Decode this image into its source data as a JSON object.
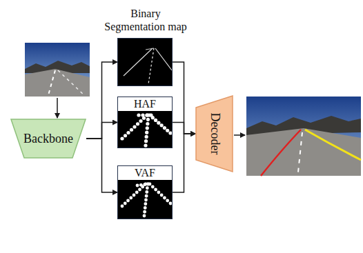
{
  "diagram": {
    "nodes": [
      {
        "text": [
          "Backbone"
        ]
      },
      {
        "text": [
          "Binary Segmentation map"
        ]
      },
      {
        "text": [
          "HAF"
        ]
      },
      {
        "text": [
          "VAF"
        ]
      },
      {
        "text": [
          "Decoder"
        ]
      }
    ],
    "edges": [
      {
        "from": 0,
        "to": 1,
        "arrow": "to"
      },
      {
        "from": 0,
        "to": 2,
        "arrow": "to"
      },
      {
        "from": 0,
        "to": 3,
        "arrow": "to"
      },
      {
        "from": 1,
        "to": 4,
        "arrow": "to"
      },
      {
        "from": 2,
        "to": 4,
        "arrow": "to"
      },
      {
        "from": 3,
        "to": 4,
        "arrow": "to"
      }
    ]
  }
}
